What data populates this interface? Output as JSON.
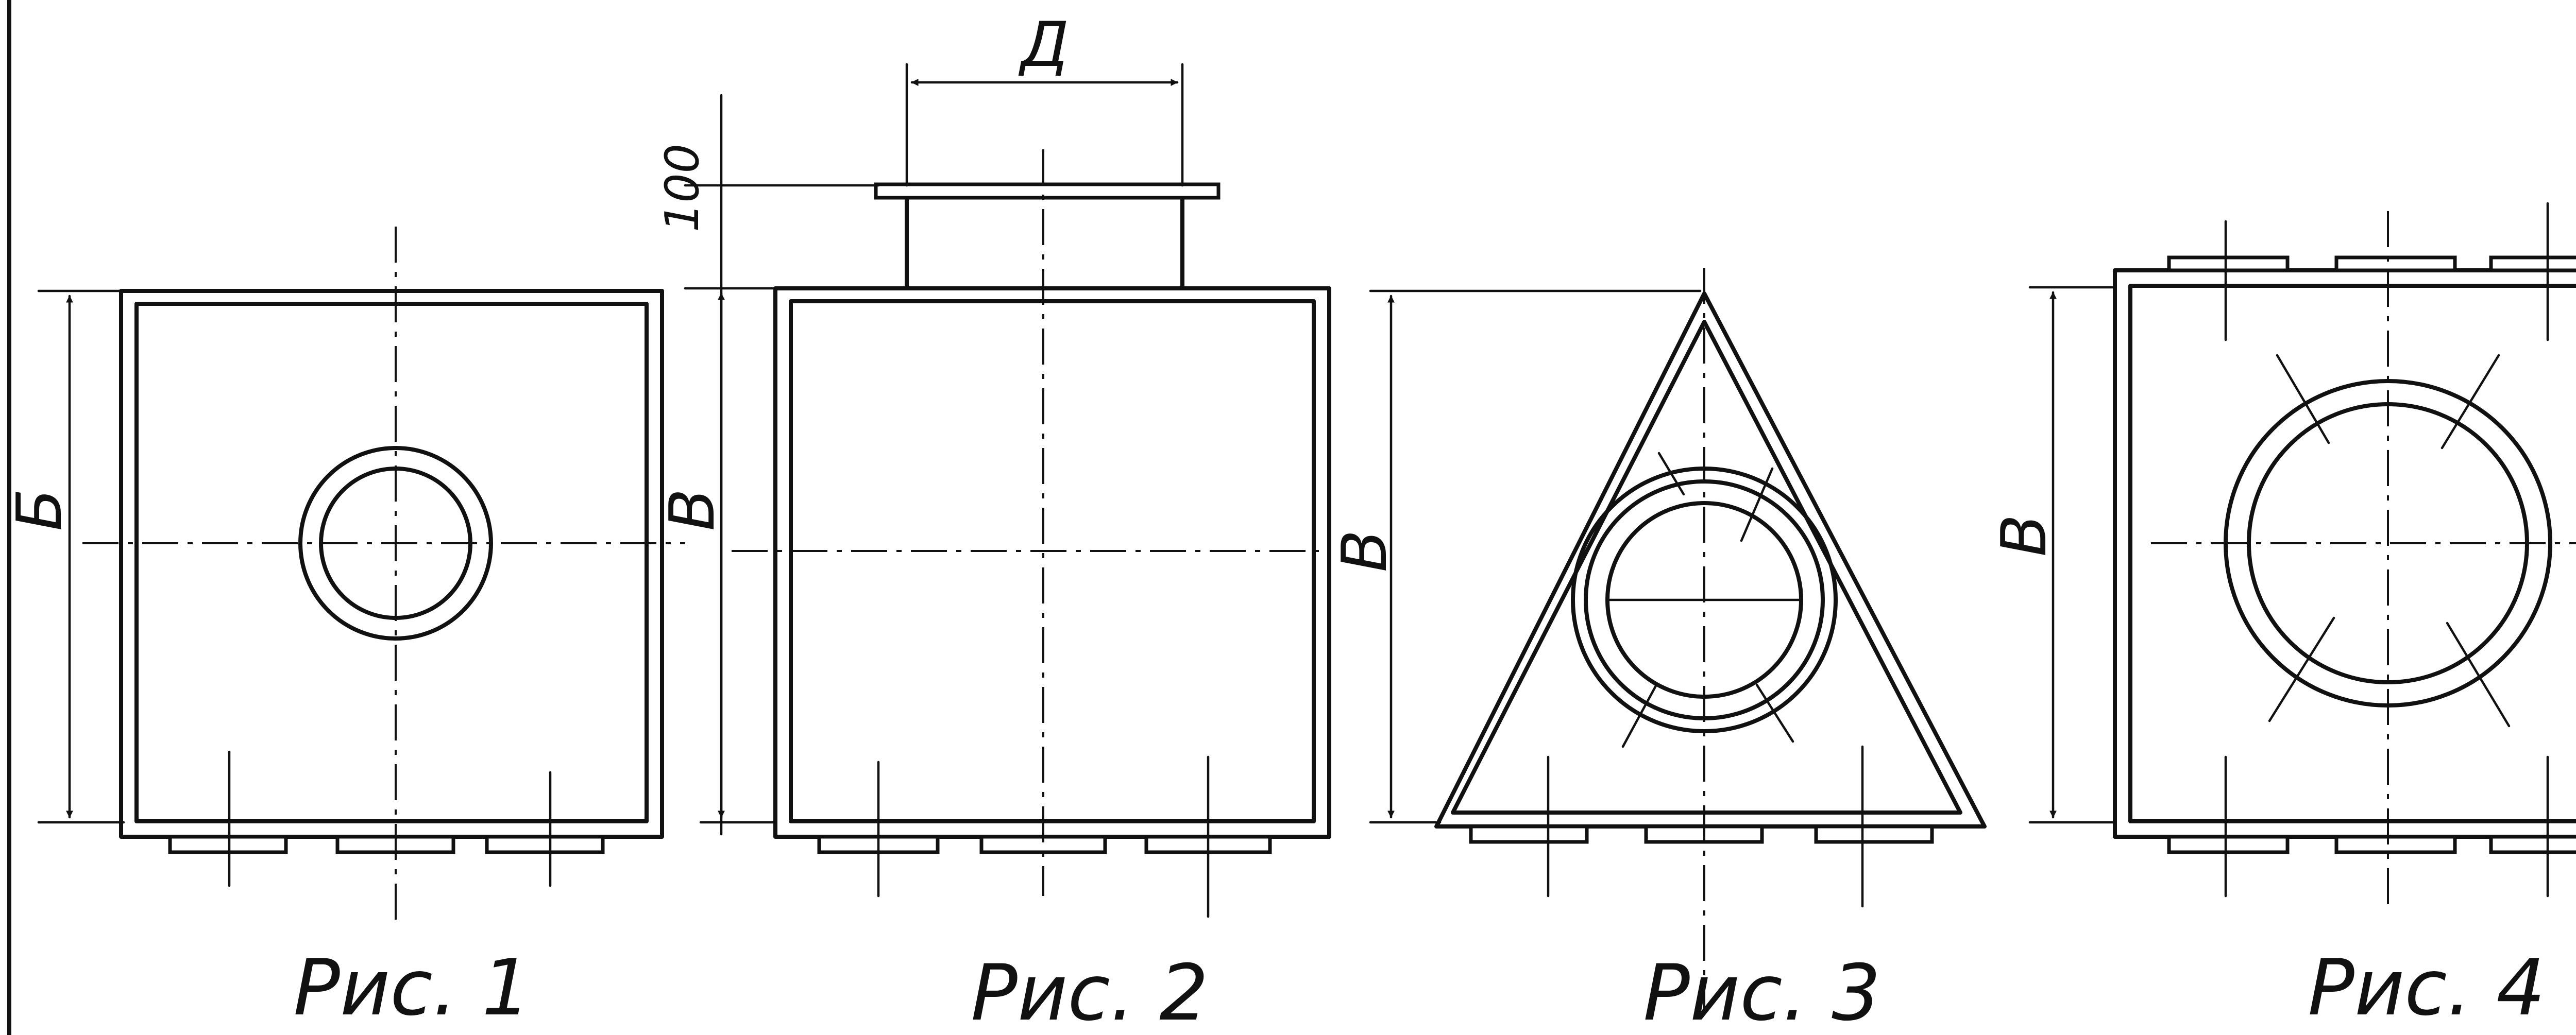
{
  "figures": [
    {
      "caption": "Рис. 1",
      "height_label": "Б"
    },
    {
      "caption": "Рис. 2",
      "height_label": "В",
      "pipe_label": "Д",
      "flange_offset": "100"
    },
    {
      "caption": "Рис. 3",
      "height_label": "В"
    },
    {
      "caption": "Рис. 4",
      "height_label": "В"
    }
  ]
}
